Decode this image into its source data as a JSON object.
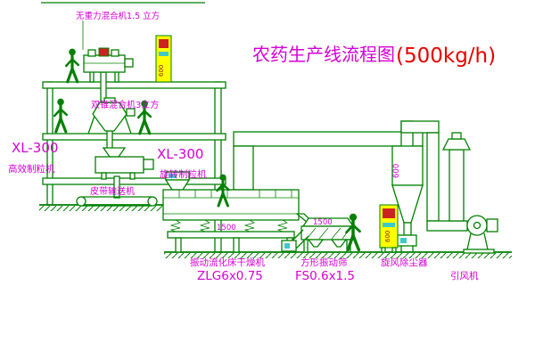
{
  "title": {
    "main": "农药生产线流程图",
    "capacity": "(500kg/h)"
  },
  "labels": {
    "top_mixer": "无重力混合机1.5 立方",
    "cone_mixer": "双锥混合机3立方",
    "left_granulator_model": "XL-300",
    "left_granulator_name": "高效制粒机",
    "mid_granulator_model": "XL-300",
    "mid_granulator_name": "旋转制粒机",
    "belt_conveyor": "皮带输送机",
    "dryer_name": "振动流化床干燥机",
    "dryer_model": "ZLG6x0.75",
    "screen_name": "方形振动筛",
    "screen_model": "FS0.6x1.5",
    "cyclone": "旋风除尘器",
    "fan": "引风机"
  },
  "dimensions": {
    "cabinet_top": "600",
    "cabinet_bottom": "600",
    "cyclone_dia": "600",
    "dryer_dim": "1500",
    "screen_dim": "1500"
  },
  "colors": {
    "line_green": "#008000",
    "label_magenta": "#d400d4",
    "title_red": "#e80000",
    "cabinet_yellow": "#ffff00",
    "accent_red": "#cc2222",
    "accent_cyan": "#40c8c8"
  }
}
